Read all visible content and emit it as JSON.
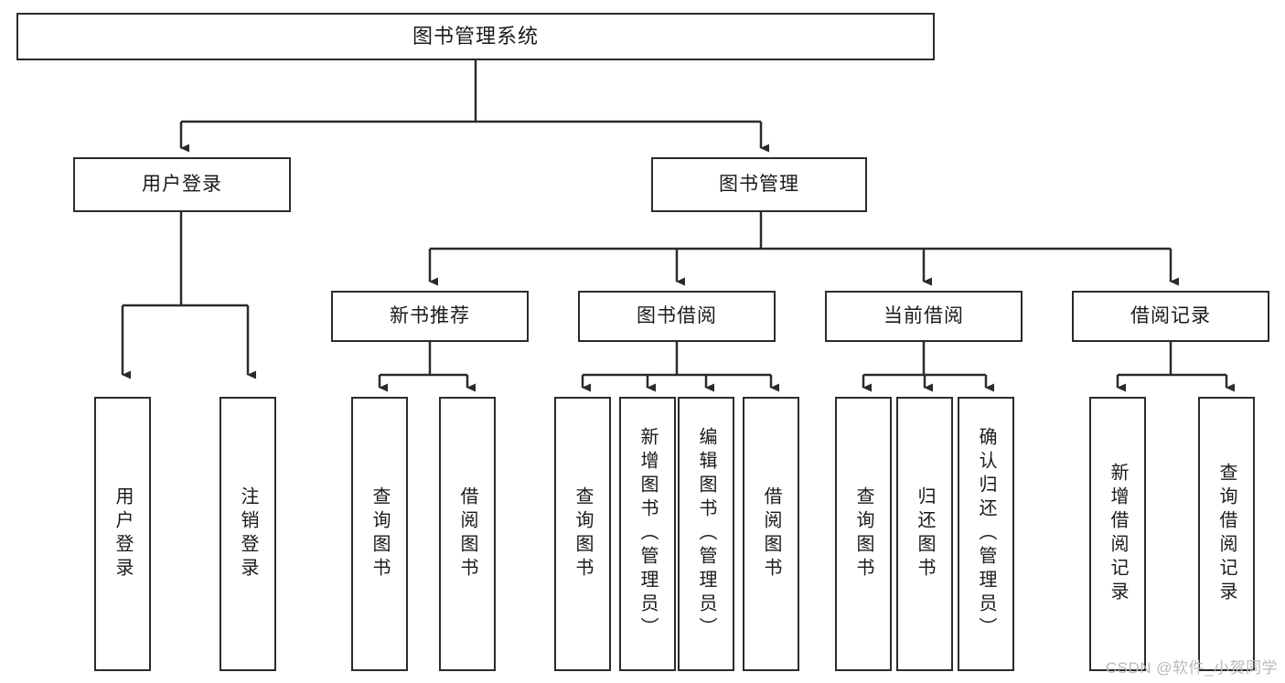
{
  "diagram": {
    "title_text": "图书管理系统",
    "watermark": "CSDN @软件_小贺同学",
    "line_color": "#2b2b2b",
    "box_fill": "#ffffff",
    "text_color": "#1a1a1a",
    "watermark_color": "#b9b9b9"
  },
  "nodes": {
    "root": {
      "label": "图书管理系统"
    },
    "level2": [
      {
        "label": "用户登录"
      },
      {
        "label": "图书管理"
      }
    ],
    "level3": [
      {
        "label": "新书推荐"
      },
      {
        "label": "图书借阅"
      },
      {
        "label": "当前借阅"
      },
      {
        "label": "借阅记录"
      }
    ],
    "leaves": {
      "user_login": [
        {
          "label": "用户登录"
        },
        {
          "label": "注销登录"
        }
      ],
      "new_book_recommend": [
        {
          "label": "查询图书"
        },
        {
          "label": "借阅图书"
        }
      ],
      "book_borrow": [
        {
          "label": "查询图书"
        },
        {
          "label": "新增图书（管理员）"
        },
        {
          "label": "编辑图书（管理员）"
        },
        {
          "label": "借阅图书"
        }
      ],
      "current_borrow": [
        {
          "label": "查询图书"
        },
        {
          "label": "归还图书"
        },
        {
          "label": "确认归还（管理员）"
        }
      ],
      "borrow_record": [
        {
          "label": "新增借阅记录"
        },
        {
          "label": "查询借阅记录"
        }
      ]
    }
  }
}
